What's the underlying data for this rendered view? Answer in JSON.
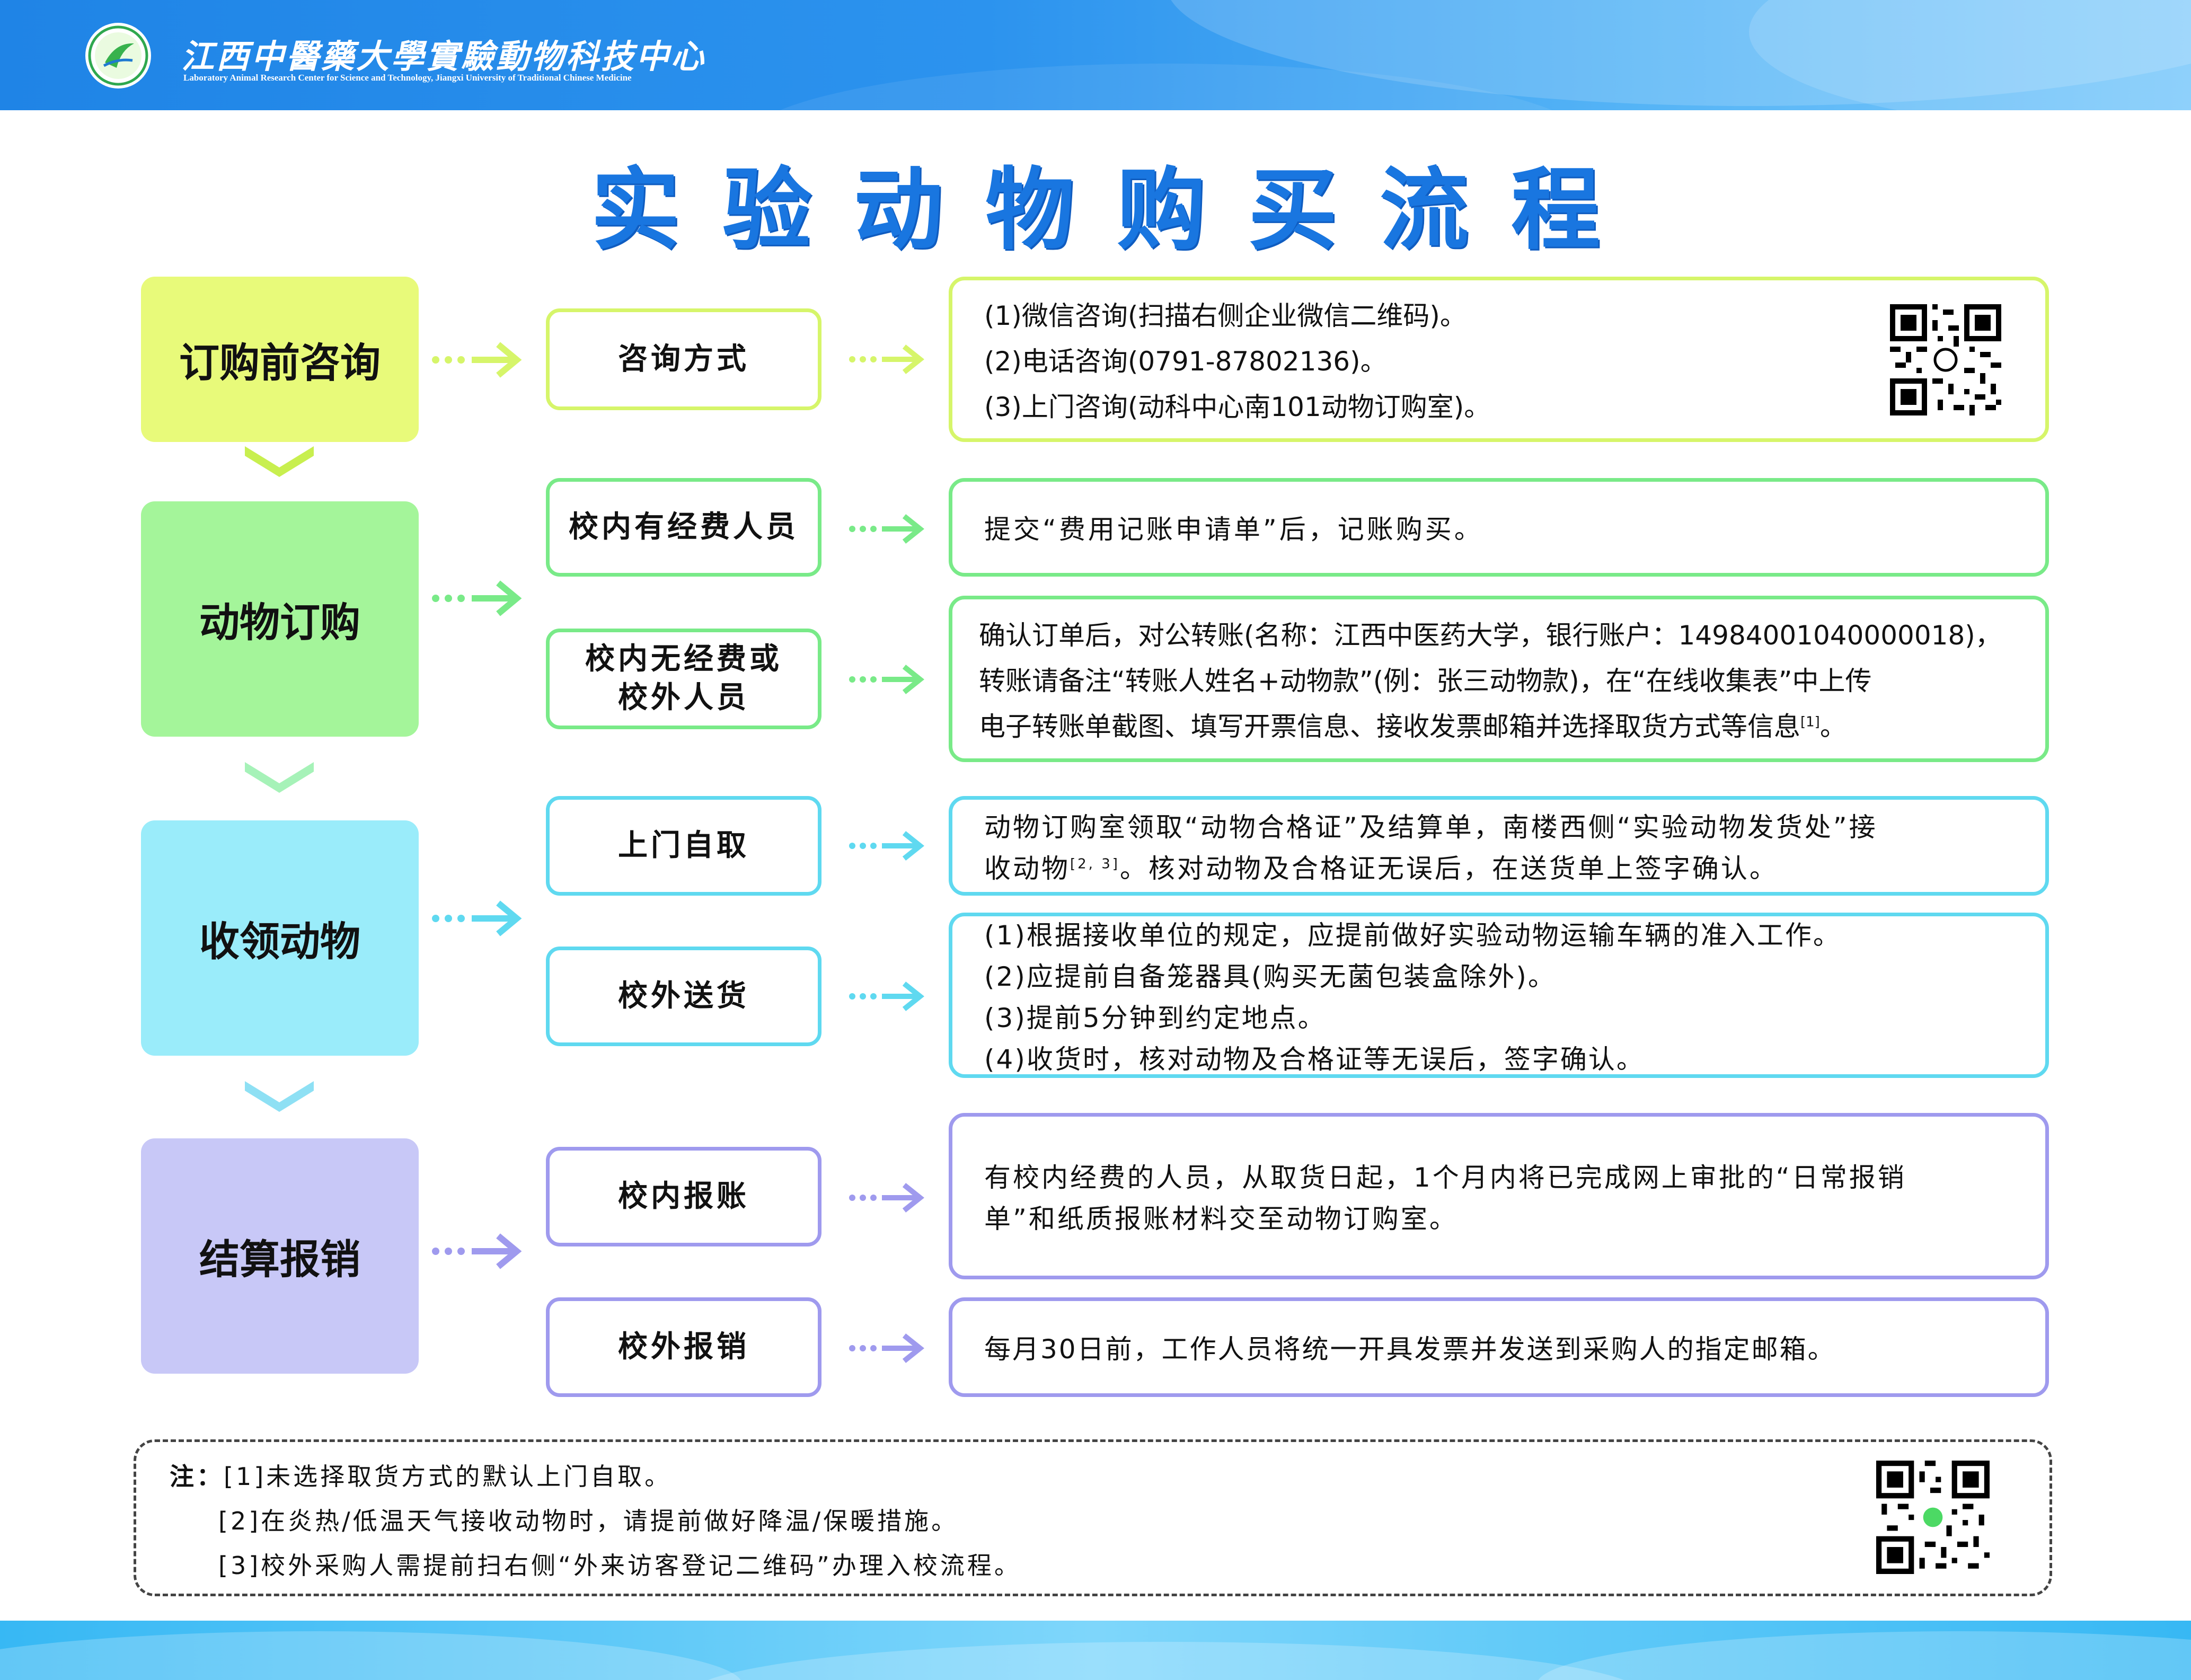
{
  "header": {
    "org_name_cn": "江西中醫藥大學實驗動物科技中心",
    "org_name_en": "Laboratory Animal Research Center for Science and Technology, Jiangxi University of Traditional Chinese Medicine"
  },
  "title": "实验动物购买流程",
  "stages": [
    {
      "label": "订购前咨询",
      "color": "#e8fa7a"
    },
    {
      "label": "动物订购",
      "color": "#a4f59a"
    },
    {
      "label": "收领动物",
      "color": "#9aecfa"
    },
    {
      "label": "结算报销",
      "color": "#c8c8f7"
    }
  ],
  "colors": {
    "stage1_border": "#c7f05a",
    "stage2_border": "#5fe67a",
    "stage3_border": "#52d6f0",
    "stage4_border": "#9b96ec"
  },
  "subs": {
    "consult": "咨询方式",
    "funded": "校内有经费人员",
    "unfunded_line1": "校内无经费或",
    "unfunded_line2": "校外人员",
    "pickup": "上门自取",
    "delivery": "校外送货",
    "internal_reimburse": "校内报账",
    "external_reimburse": "校外报销"
  },
  "details": {
    "consult": [
      "(1)微信咨询(扫描右侧企业微信二维码)。",
      "(2)电话咨询(0791-87802136)。",
      "(3)上门咨询(动科中心南101动物订购室)。"
    ],
    "funded": "提交“费用记账申请单”后，记账购买。",
    "unfunded": [
      "确认订单后，对公转账(名称：江西中医药大学，银行账户：14984001040000018)，",
      "转账请备注“转账人姓名+动物款”(例：张三动物款)，在“在线收集表”中上传",
      "电子转账单截图、填写开票信息、接收发票邮箱并选择取货方式等信息"
    ],
    "unfunded_ref": "[1]",
    "unfunded_end": "。",
    "pickup_line1": "动物订购室领取“动物合格证”及结算单，南楼西侧“实验动物发货处”接",
    "pickup_line2_a": "收动物",
    "pickup_ref": "[2, 3]",
    "pickup_line2_b": "。核对动物及合格证无误后，在送货单上签字确认。",
    "delivery": [
      "(1)根据接收单位的规定，应提前做好实验动物运输车辆的准入工作。",
      "(2)应提前自备笼器具(购买无菌包装盒除外)。",
      "(3)提前5分钟到约定地点。",
      "(4)收货时，核对动物及合格证等无误后，签字确认。"
    ],
    "internal_reimburse": [
      "有校内经费的人员，从取货日起，1个月内将已完成网上审批的“日常报销",
      "单”和纸质报账材料交至动物订购室。"
    ],
    "external_reimburse": "每月30日前，工作人员将统一开具发票并发送到采购人的指定邮箱。"
  },
  "notes": {
    "label": "注：",
    "items": [
      "[1]未选择取货方式的默认上门自取。",
      "[2]在炎热/低温天气接收动物时，请提前做好降温/保暖措施。",
      "[3]校外采购人需提前扫右侧“外来访客登记二维码”办理入校流程。"
    ]
  },
  "icons": {
    "logo": "university-logo-icon",
    "qr_wechat": "wechat-qr-code-icon",
    "qr_visitor": "visitor-registration-qr-code-icon"
  }
}
